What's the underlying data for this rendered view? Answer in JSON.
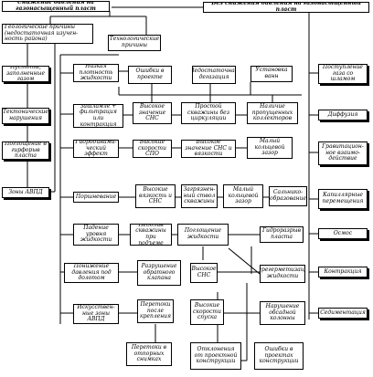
{
  "boxes": {
    "root_left": "Снижение давления на газонасыщенный пласт",
    "root_right": "Без снижения давления на газонасыщенный пласт",
    "geo": "Геологические причины (недостаточная изучен-ность района)",
    "tech": "Технологические причины",
    "l1": "Пустоты, заполненные газом",
    "l2": "Тектонические нарушения",
    "l3": "Поглощение в гирфорыв пласта",
    "l4": "Зоны АВПД",
    "t1": "Низкая плотность жидкости",
    "t2": "Ошибки в проекте",
    "t3": "Недостаточная дегазация",
    "t4": "Установка ванн",
    "t5": "Зашламле + фильтрация или контракция",
    "t6": "Высокое значение СНС",
    "t7": "Простой скважины без циркуляции",
    "t8": "Наличие пропущенных коллекторов",
    "t9": "Гидродинами-ческий эффект",
    "t10": "Высокие скорости СПО",
    "t11": "Высокое значение СНС и вязкости",
    "t12": "Малый кольцевой зазор",
    "t13": "Поршневание",
    "t14": "Высокие вязкость и СНС",
    "t15": "Загрязнен-ный ствол скважины",
    "t16": "Малый кольцевой зазор",
    "t17": "Сальнико-образование",
    "t18": "Падение уровня жидкости",
    "t19": "Недолив скважины при подъеме",
    "t20": "Поглощение жидкости",
    "t21": "Гидроразрыв пласта",
    "t22": "Понижение давления под долотом",
    "t23": "Разрушение обратного клапана",
    "t24": "Высокое СНС",
    "t25": "Перегерметизация жидкости",
    "t26": "Перетоки после крепления",
    "t27": "Высокие скорости спуска",
    "t28": "Нарушение обсадной колонны",
    "t29": "Искусствен-ные зоны АВПД",
    "t30": "Перетоки в отпорных снимках",
    "t31": "Отклонения от проектной конструкции",
    "t32": "Ошибки в проектах конструкции",
    "r1": "Поступление газа со шламом",
    "r2": "Диффузия",
    "r3": "Гравитацион-ное взаимо-действие",
    "r4": "Капиллярные перемещения",
    "r5": "Осмос",
    "r6": "Контракция",
    "r7": "Седиментация"
  }
}
